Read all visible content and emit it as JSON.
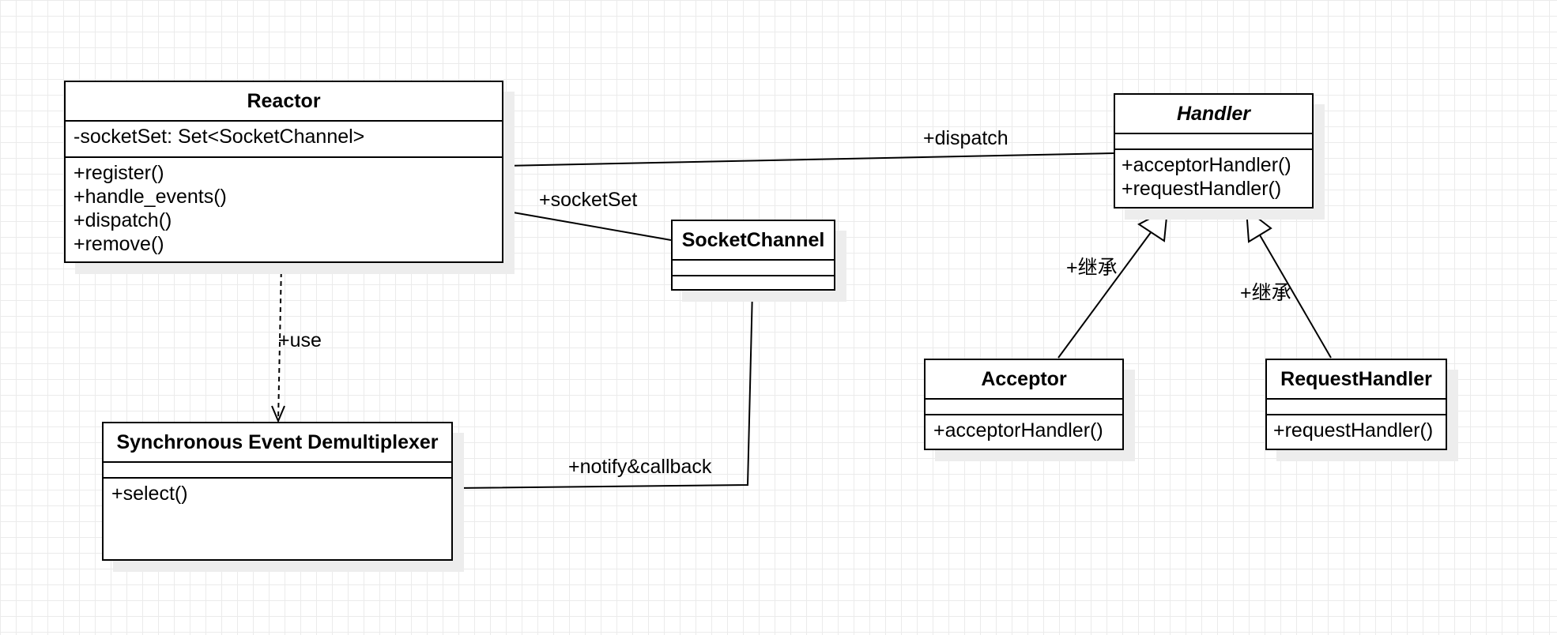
{
  "classes": {
    "reactor": {
      "name": "Reactor",
      "attributes": [
        "-socketSet: Set<SocketChannel>"
      ],
      "methods": [
        "+register()",
        "+handle_events()",
        "+dispatch()",
        "+remove()"
      ]
    },
    "handler": {
      "name": "Handler",
      "attributes": [],
      "methods": [
        "+acceptorHandler()",
        "+requestHandler()"
      ]
    },
    "socket_channel": {
      "name": "SocketChannel",
      "attributes": [],
      "methods": []
    },
    "acceptor": {
      "name": "Acceptor",
      "attributes": [],
      "methods": [
        "+acceptorHandler()"
      ]
    },
    "request_handler": {
      "name": "RequestHandler",
      "attributes": [],
      "methods": [
        "+requestHandler()"
      ]
    },
    "demultiplexer": {
      "name": "Synchronous Event Demultiplexer",
      "attributes": [],
      "methods": [
        "+select()"
      ]
    }
  },
  "relations": {
    "dispatch": "+dispatch",
    "socket_set": "+socketSet",
    "use": "+use",
    "notify_callback": "+notify&callback",
    "inherit_acceptor": "+继承",
    "inherit_request": "+继承"
  }
}
